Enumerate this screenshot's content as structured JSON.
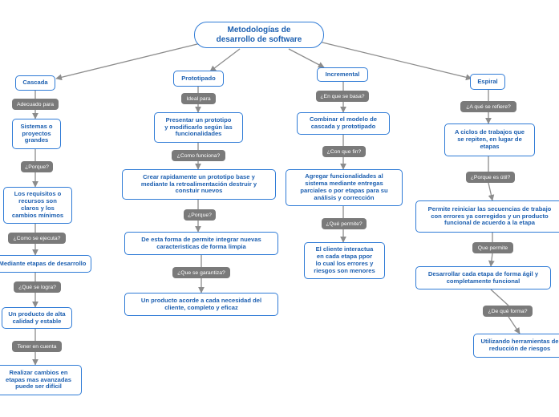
{
  "root": "Metodologías de\ndesarrollo de software",
  "branches": {
    "cascada": {
      "title": "Cascada",
      "q1": "Adecuado para",
      "a1": "Sistemas o\nproyectos\ngrandes",
      "q2": "¿Porque?",
      "a2": "Los requisitos o\nrecursos son\nclaros y los\ncambios mínimos",
      "q3": "¿Como se ejecuta?",
      "a3": "Mediante etapas de desarrollo",
      "q4": "¿Qué se logra?",
      "a4": "Un producto de alta\ncalidad y estable",
      "q5": "Tener en cuenta",
      "a5": "Realizar cambios en\netapas mas avanzadas\npuede ser difícil"
    },
    "prototipado": {
      "title": "Prototipado",
      "q1": "Ideal para",
      "a1": "Presentar un prototipo\ny modificarlo según las\nfuncionalidades",
      "q2": "¿Como funciona?",
      "a2": "Crear rapidamente un prototipo base y\nmediante la retroalimentación destruir y\nconstuir nuevos",
      "q3": "¿Porque?",
      "a3": "De esta forma de permite integrar nuevas\ncaracteristicas de forma limpia",
      "q4": "¿Que se garantiza?",
      "a4": "Un producto acorde a cada necesidad del\ncliente, completo y eficaz"
    },
    "incremental": {
      "title": "Incremental",
      "q1": "¿En que se basa?",
      "a1": "Combinar el modelo de\ncascada y prototipado",
      "q2": "¿Con que fin?",
      "a2": "Agregar funcionalidades al\nsistema mediante entregas\nparciales o por etapas para su\nanálisis y corrección",
      "q3": "¿Qué permite?",
      "a3": "El cliente interactua\nen cada etapa ppor\nlo cual los errores y\nriesgos son menores"
    },
    "espiral": {
      "title": "Espiral",
      "q1": "¿A qué se refiere?",
      "a1": "A ciclos de trabajos que\nse repiten, en lugar de\netapas",
      "q2": "¿Porque es útil?",
      "a2": "Permite reiniciar las secuencias de trabajo\ncon errores ya corregidos y un producto\nfuncional de acuerdo a la etapa",
      "q3": "Que permite",
      "a3": "Desarrollar cada etapa de forma ágil y\ncompletamente funcional",
      "q4": "¿De qué forma?",
      "a4": "Utilizando herramientas de\nreducción de riesgos"
    }
  },
  "colors": {
    "node_border": "#2f7bd6",
    "node_text": "#1c5fb0",
    "tag_background": "#7a7a7a",
    "tag_text": "#ffffff",
    "edge": "#8c8c8c"
  }
}
